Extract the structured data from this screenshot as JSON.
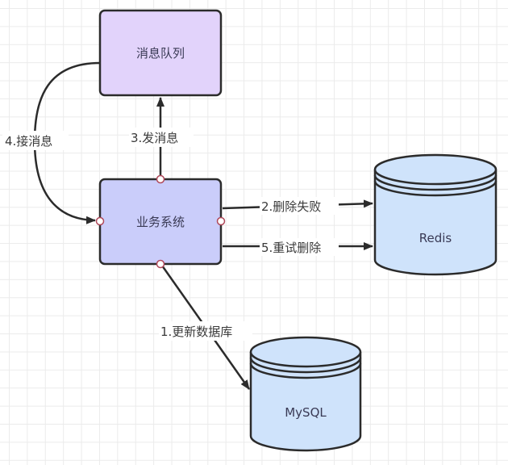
{
  "diagram": {
    "nodes": {
      "message_queue": {
        "label": "消息队列",
        "shape": "rounded-rect",
        "fill": "#e2d3fb"
      },
      "business_system": {
        "label": "业务系统",
        "shape": "rounded-rect",
        "fill": "#cacdfa"
      },
      "redis": {
        "label": "Redis",
        "shape": "cylinder",
        "fill": "#cfe3fb"
      },
      "mysql": {
        "label": "MySQL",
        "shape": "cylinder",
        "fill": "#cfe3fb"
      }
    },
    "edges": [
      {
        "id": "e1",
        "from": "business_system",
        "to": "mysql",
        "label": "1.更新数据库"
      },
      {
        "id": "e2",
        "from": "business_system",
        "to": "redis",
        "label": "2.删除失败"
      },
      {
        "id": "e3",
        "from": "business_system",
        "to": "message_queue",
        "label": "3.发消息"
      },
      {
        "id": "e4",
        "from": "message_queue",
        "to": "business_system",
        "label": "4.接消息"
      },
      {
        "id": "e5",
        "from": "business_system",
        "to": "redis",
        "label": "5.重试删除"
      }
    ],
    "colors": {
      "stroke": "#2b2b2b",
      "connection_point": "#b0485a",
      "grid": "#ebebeb"
    }
  }
}
